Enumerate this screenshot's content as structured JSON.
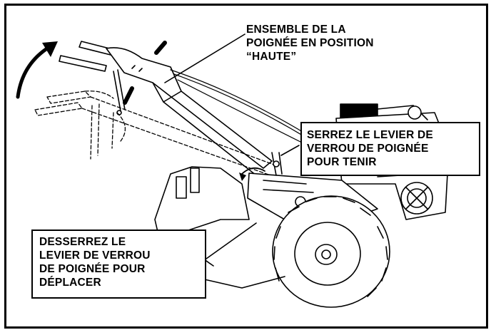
{
  "labels": {
    "handle_up": "ENSEMBLE DE LA\nPOIGNÉE EN POSITION\n“HAUTE”",
    "tighten": "SERREZ LE LEVIER DE\nVERROU DE POIGNÉE\nPOUR TENIR",
    "loosen": "DESSERREZ LE\nLEVIER DE VERROU\nDE POIGNÉE POUR\nDÉPLACER"
  },
  "colors": {
    "ink": "#000000",
    "paper": "#ffffff"
  }
}
